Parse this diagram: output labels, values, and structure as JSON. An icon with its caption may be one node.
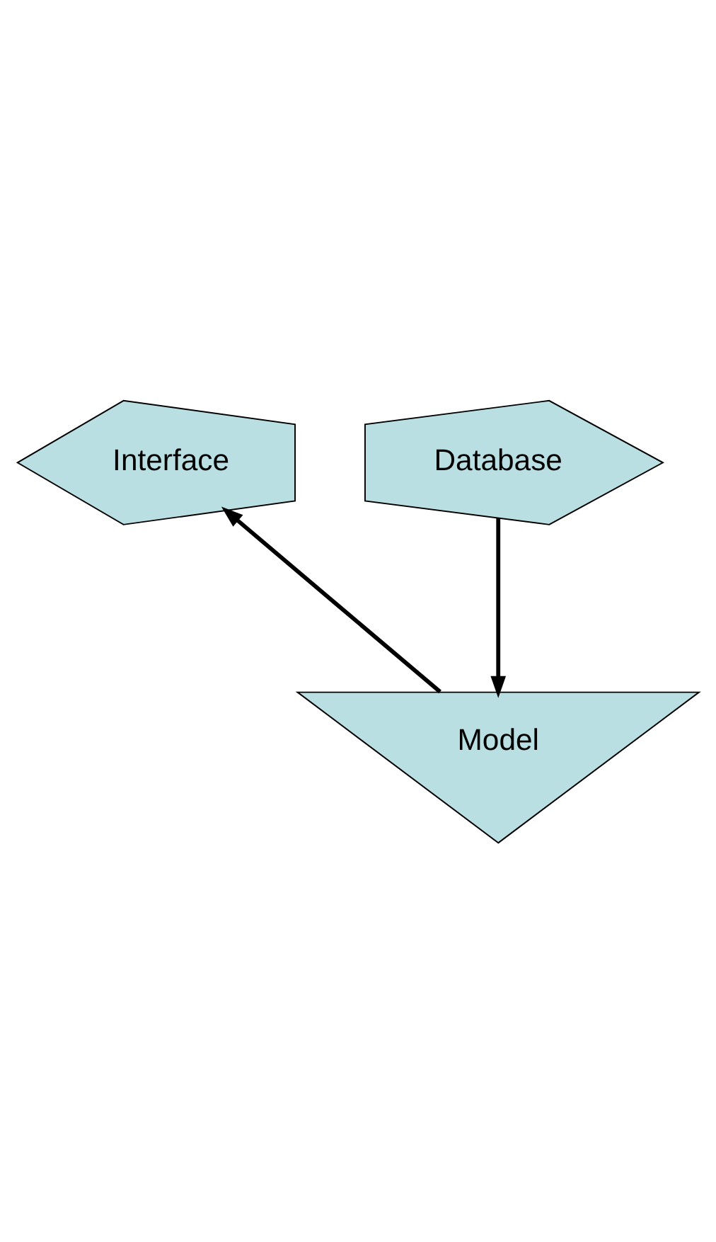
{
  "diagram": {
    "nodes": [
      {
        "text": [
          "Interface"
        ]
      },
      {
        "text": [
          "Database"
        ]
      },
      {
        "text": [
          "Model"
        ]
      }
    ],
    "edges": [
      {
        "from": 2,
        "to": 0,
        "arrow": "to"
      },
      {
        "from": 1,
        "to": 2,
        "arrow": "to"
      }
    ]
  }
}
